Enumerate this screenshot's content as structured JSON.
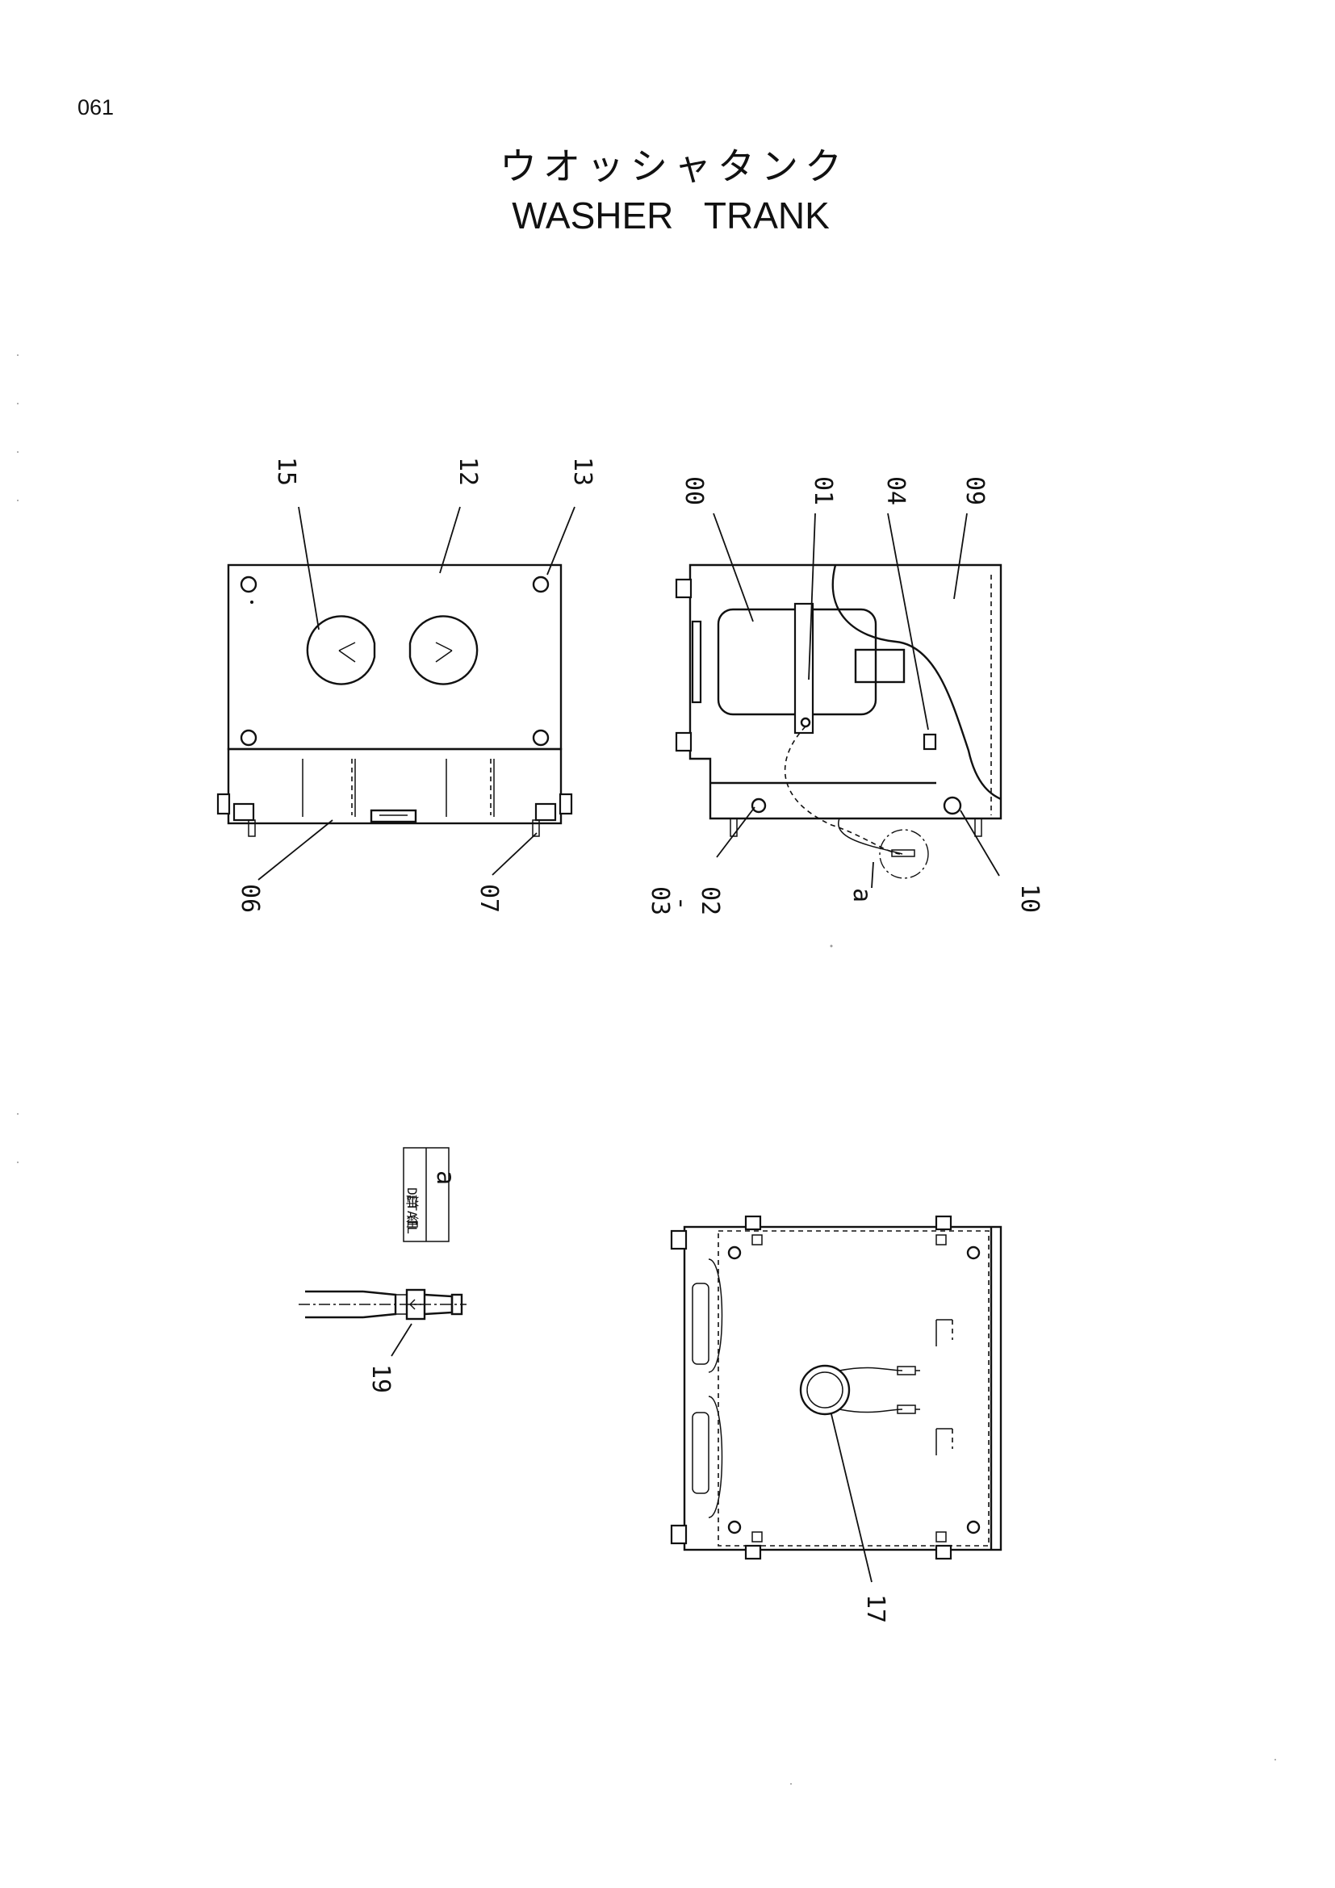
{
  "page": {
    "number": "061",
    "title_jp": "ウオッシャタンク",
    "title_en": "WASHER   TRANK"
  },
  "labels": {
    "p00": "00",
    "p01": "01",
    "p02": "02",
    "p03": "03",
    "p04": "04",
    "p06": "06",
    "p07": "07",
    "p09": "09",
    "p10": "10",
    "p12": "12",
    "p13": "13",
    "p15": "15",
    "p17": "17",
    "p19": "19",
    "detail_ref": "a",
    "detail_letter": "a",
    "detail_jp": "詳 細",
    "detail_en": "DETAIL",
    "dash": "-"
  }
}
